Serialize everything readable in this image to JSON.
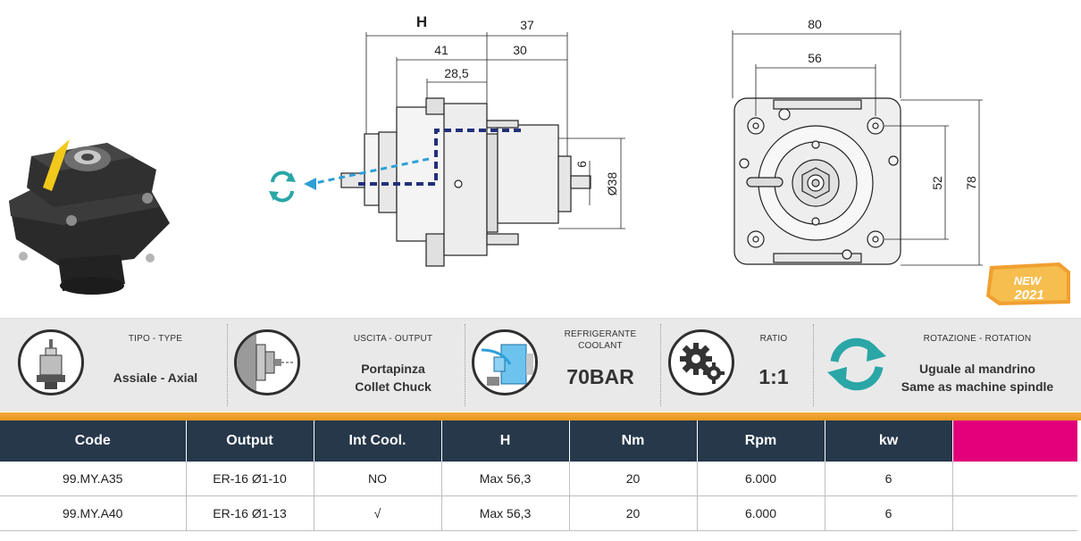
{
  "drawing": {
    "dim_H": "H",
    "dim_37": "37",
    "dim_41": "41",
    "dim_30": "30",
    "dim_28_5": "28,5",
    "dim_6": "6",
    "dim_d38": "Ø38",
    "dim_80": "80",
    "dim_56": "56",
    "dim_52": "52",
    "dim_78": "78"
  },
  "badge": {
    "line1": "NEW",
    "line2": "2021"
  },
  "features": {
    "type": {
      "label": "TIPO - TYPE",
      "value": "Assiale - Axial",
      "icon": "axial-tool-icon"
    },
    "output": {
      "label": "USCITA - OUTPUT",
      "value_line1": "Portapinza",
      "value_line2": "Collet Chuck",
      "icon": "collet-chuck-icon"
    },
    "coolant": {
      "label_line1": "REFRIGERANTE",
      "label_line2": "COOLANT",
      "value": "70BAR",
      "icon": "coolant-icon"
    },
    "ratio": {
      "label": "RATIO",
      "value": "1:1",
      "icon": "gears-icon"
    },
    "rotation": {
      "label": "ROTAZIONE - ROTATION",
      "value_line1": "Uguale al mandrino",
      "value_line2": "Same as machine spindle",
      "icon": "rotation-arrows-icon"
    }
  },
  "table": {
    "headers": [
      "Code",
      "Output",
      "Int Cool.",
      "H",
      "Nm",
      "Rpm",
      "kw",
      ""
    ],
    "rows": [
      [
        "99.MY.A35",
        "ER-16 Ø1-10",
        "NO",
        "Max 56,3",
        "20",
        "6.000",
        "6",
        ""
      ],
      [
        "99.MY.A40",
        "ER-16 Ø1-13",
        "√",
        "Max 56,3",
        "20",
        "6.000",
        "6",
        ""
      ]
    ]
  },
  "colors": {
    "header_bg": "#26384a",
    "accent_pink": "#e2007a",
    "accent_orange": "#f0a030",
    "teal": "#2aa6a6",
    "coolant_blue": "#2e9fd8",
    "dashed_navy": "#22307a"
  }
}
